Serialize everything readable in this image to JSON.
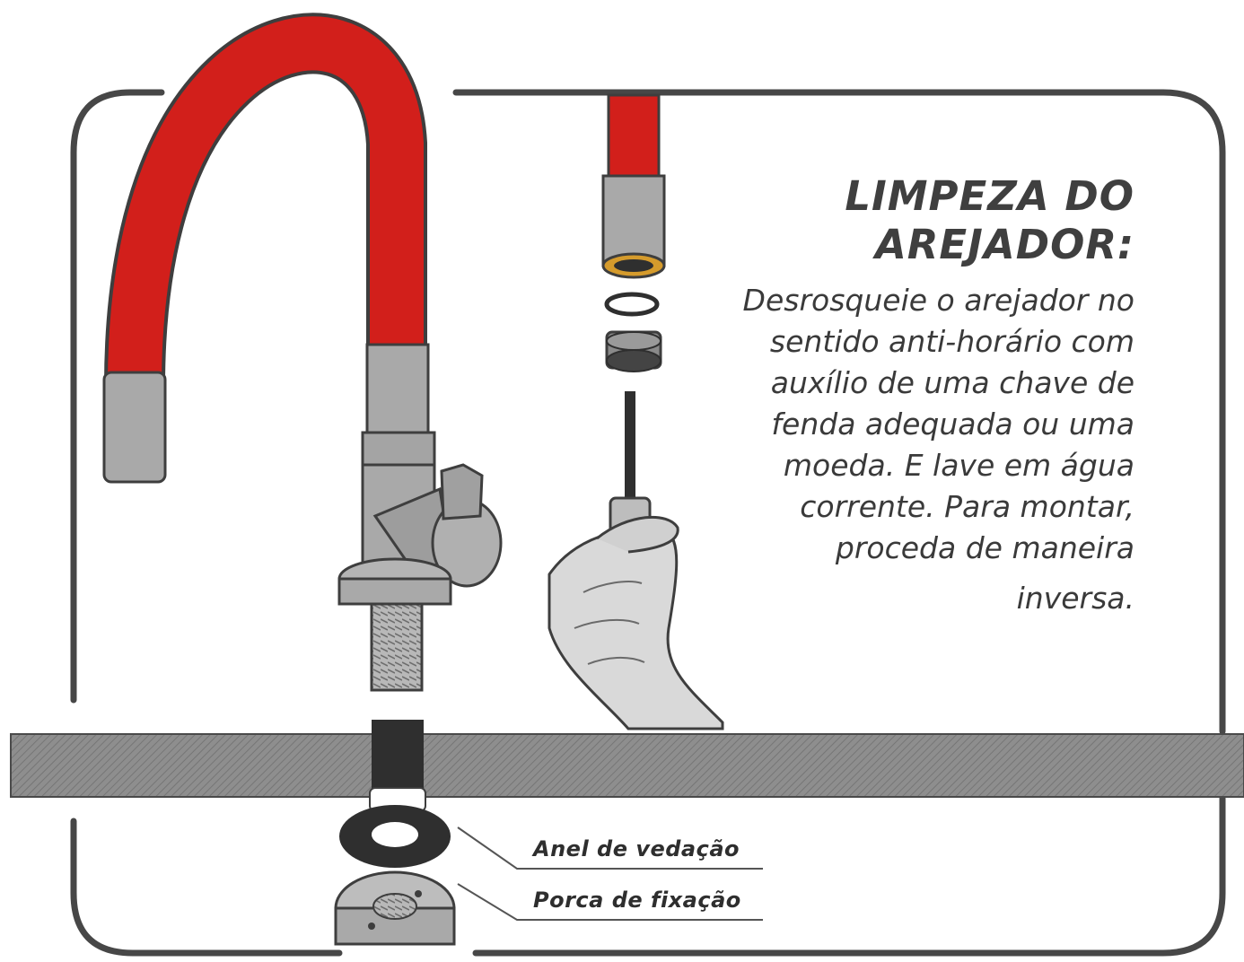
{
  "title": {
    "line1": "LIMPEZA DO",
    "line2": "AREJADOR:"
  },
  "description": {
    "lines": [
      "Desrosqueie o arejador no",
      "sentido anti-horário com",
      "auxílio de uma chave de",
      "fenda adequada ou uma",
      "moeda. E lave em água",
      "corrente. Para montar,",
      "proceda de maneira",
      "inversa."
    ]
  },
  "callouts": {
    "anel": "Anel de vedação",
    "porca": "Porca de fixação"
  },
  "colors": {
    "hose_red": "#d21f1b",
    "metal_gray": "#a9a9a9",
    "outline": "#3e3e3e",
    "countertop": "#8c8c8c",
    "gasket_dark": "#2f2f2f",
    "brass_ring": "#d59b2c",
    "text": "#3a3a3a"
  },
  "icons": [
    "faucet-icon",
    "aerator-icon",
    "screwdriver-icon",
    "hand-icon",
    "sealing-ring-icon",
    "fixing-nut-icon"
  ]
}
